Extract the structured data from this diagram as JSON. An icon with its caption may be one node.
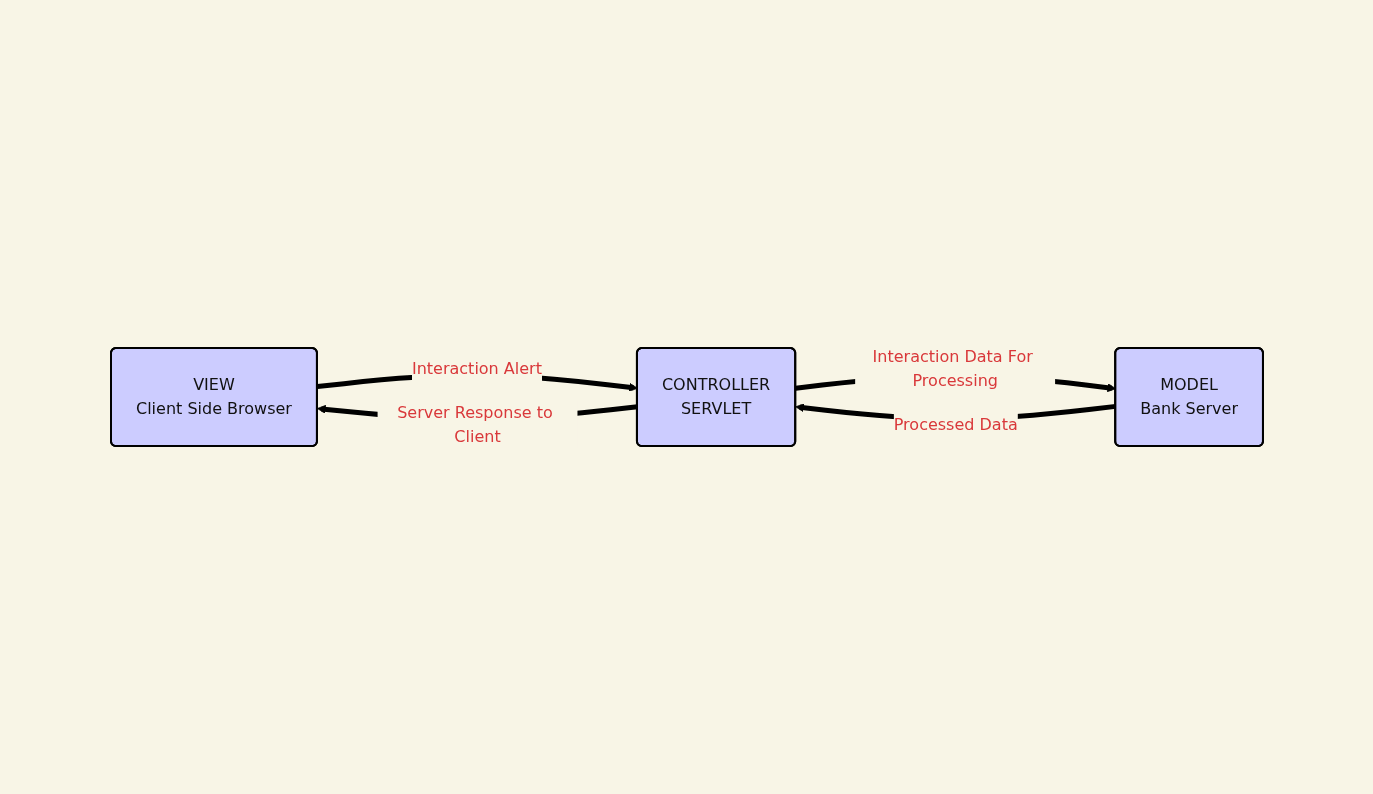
{
  "diagram": {
    "nodes": [
      {
        "text": [
          "VIEW",
          "Client Side Browser"
        ]
      },
      {
        "text": [
          "CONTROLLER",
          "SERVLET"
        ]
      },
      {
        "text": [
          "MODEL",
          "Bank Server"
        ]
      }
    ],
    "edges": [
      {
        "from": 0,
        "to": 1,
        "arrow": "to",
        "label": "Interaction Alert"
      },
      {
        "from": 1,
        "to": 0,
        "arrow": "to",
        "label": "Server Response to Client"
      },
      {
        "from": 1,
        "to": 2,
        "arrow": "to",
        "label": "Interaction Data For Processing"
      },
      {
        "from": 2,
        "to": 1,
        "arrow": "to",
        "label": "Processed Data"
      }
    ]
  }
}
